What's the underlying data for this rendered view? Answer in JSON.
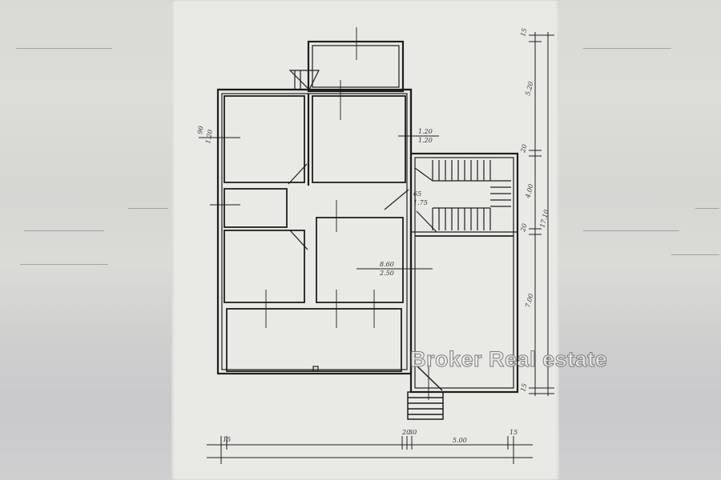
{
  "watermark": {
    "text": "Broker Real estate"
  },
  "drawing": {
    "type": "floor-plan",
    "vertical_dimensions": {
      "segments": [
        "15",
        "5.20",
        "20",
        "4.00",
        "20",
        "7.00",
        "15"
      ],
      "total": "17.10"
    },
    "horizontal_dimensions": {
      "segments": [
        "15",
        "20",
        "30",
        "5.00",
        "15"
      ]
    },
    "room_labels": [
      {
        "id": "center-room",
        "upper": "8.60",
        "lower": "2.50"
      },
      {
        "id": "stair-hall",
        "upper": "65",
        "lower": "1.75"
      },
      {
        "id": "right-bedroom",
        "upper": "1.20",
        "lower": "1.20"
      },
      {
        "id": "left-bedroom",
        "upper": "90",
        "lower": "1.20"
      }
    ]
  },
  "colors": {
    "paper": "#e9e9e6",
    "ink": "#1e1e1e",
    "background": "#d4d4d2"
  }
}
